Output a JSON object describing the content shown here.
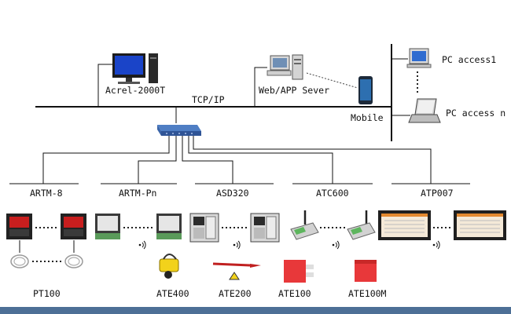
{
  "network": {
    "bus_label": "TCP/IP",
    "acrel_label": "Acrel-2000T",
    "server_label": "Web/APP Sever",
    "mobile_label": "Mobile",
    "pc1_label": "PC access1",
    "pcn_label": "PC access n"
  },
  "devices": {
    "artm8": "ARTM-8",
    "artmpn": "ARTM-Pn",
    "asd320": "ASD320",
    "atc600": "ATC600",
    "atp007": "ATP007"
  },
  "sensors": {
    "pt100": "PT100",
    "ate400": "ATE400",
    "ate200": "ATE200",
    "ate100": "ATE100",
    "ate100m": "ATE100M"
  },
  "colors": {
    "bottom_band": "#4d6f96",
    "monitor_screen": "#1a44c8",
    "meter_display": "#c81e1e",
    "ate100_red": "#e8383a",
    "ate400_yellow": "#f2d21b",
    "hmi_screen": "#f4e9d8"
  }
}
